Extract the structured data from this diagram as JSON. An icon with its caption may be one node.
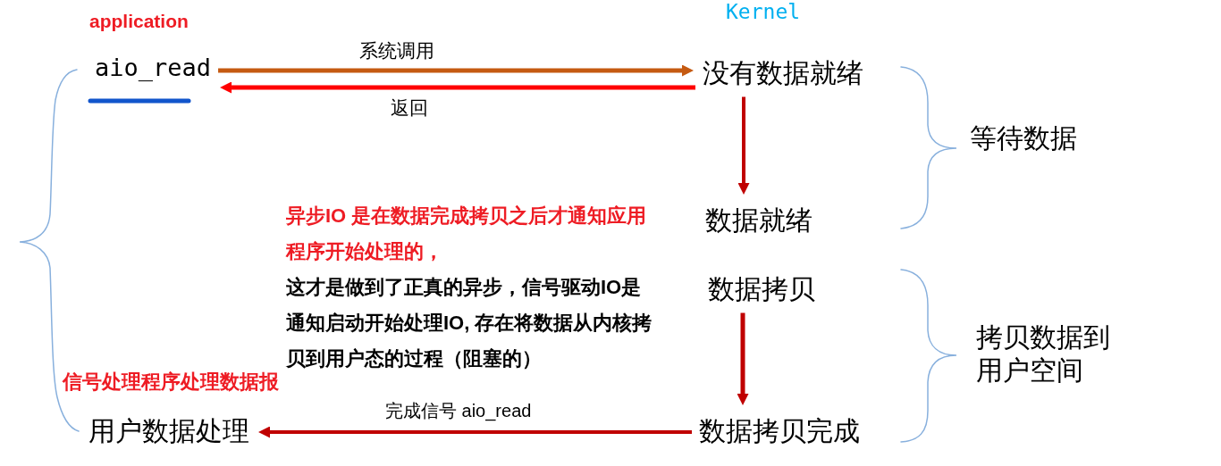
{
  "diagram": {
    "nodes": [
      {
        "text": [
          "aio_read"
        ]
      },
      {
        "text": [
          "没有数据就绪"
        ]
      },
      {
        "text": [
          "数据就绪"
        ]
      },
      {
        "text": [
          "数据拷贝"
        ]
      },
      {
        "text": [
          "数据拷贝完成"
        ]
      },
      {
        "text": [
          "用户数据处理"
        ]
      }
    ],
    "edges": [
      {
        "from": 0,
        "to": 1,
        "arrow": "to",
        "label": "系统调用",
        "color": "#c55a11"
      },
      {
        "from": 1,
        "to": 0,
        "arrow": "to",
        "label": "返回",
        "color": "#ff0000"
      },
      {
        "from": 1,
        "to": 2,
        "arrow": "to"
      },
      {
        "from": 3,
        "to": 4,
        "arrow": "to"
      },
      {
        "from": 4,
        "to": 5,
        "arrow": "to",
        "label": "完成信号 aio_read"
      }
    ],
    "labels": [
      "application",
      "Kernel",
      "等待数据",
      "异步IO 是在数据完成拷贝之后才通知应用程序开始处理的，",
      "这才是做到了正真的异步，信号驱动IO是通知启动开始处理IO, 存在将数据从内核拷贝到用户态的过程（阻塞的）",
      "拷贝数据到用户空间",
      "信号处理程序处理数据报"
    ]
  }
}
